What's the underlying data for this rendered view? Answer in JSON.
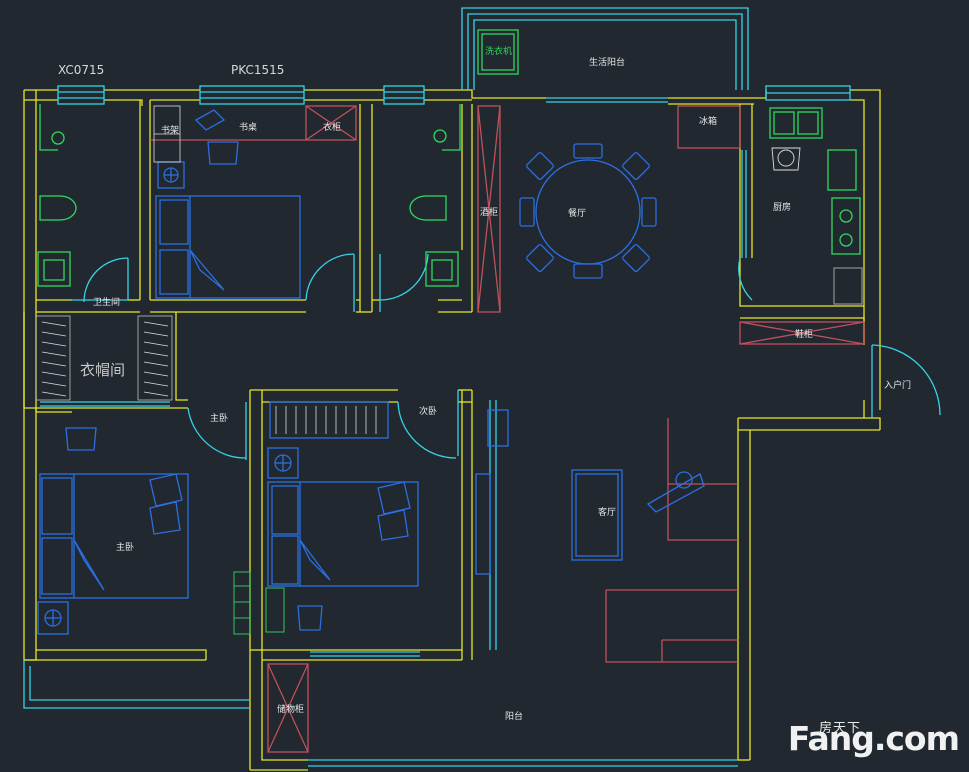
{
  "labels": {
    "window_code_left": "XC0715",
    "window_code_top": "PKC1515",
    "washer": "洗衣机",
    "service_balcony": "生活阳台",
    "bookcase": "书架",
    "desk": "书桌",
    "wardrobe": "衣柜",
    "wine_cabinet": "酒柜",
    "dining_room": "餐厅",
    "fridge": "冰箱",
    "kitchen": "厨房",
    "bathroom": "卫生间",
    "cloakroom": "衣帽间",
    "shoe_cabinet": "鞋柜",
    "entrance": "入户门",
    "master_bedroom_door": "主卧",
    "second_bedroom": "次卧",
    "living_room": "客厅",
    "master_bedroom": "主卧",
    "storage_cabinet": "储物柜",
    "balcony": "阳台"
  },
  "watermark": {
    "top_text": "房天下",
    "brand": "Fang.com"
  },
  "colors": {
    "background": "#212830",
    "wall": "#e6e623",
    "window": "#35d3e8",
    "furniture": "#2b6fe0",
    "fixture": "#30d860",
    "cabinet": "#c0505a",
    "text": "#e8e8e8"
  }
}
